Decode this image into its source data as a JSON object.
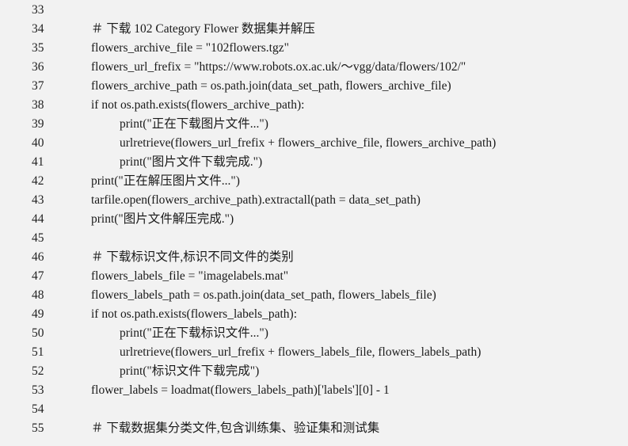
{
  "lines": [
    {
      "num": "33",
      "text": "",
      "indent": 0
    },
    {
      "num": "34",
      "text": "＃ 下载 102 Category Flower 数据集并解压",
      "indent": 0
    },
    {
      "num": "35",
      "text": "flowers_archive_file = \"102flowers.tgz\"",
      "indent": 0
    },
    {
      "num": "36",
      "text": "flowers_url_frefix = \"https://www.robots.ox.ac.uk/～vgg/data/flowers/102/\"",
      "indent": 0
    },
    {
      "num": "37",
      "text": "flowers_archive_path = os.path.join(data_set_path, flowers_archive_file)",
      "indent": 0
    },
    {
      "num": "38",
      "text": "if not os.path.exists(flowers_archive_path):",
      "indent": 0
    },
    {
      "num": "39",
      "text": "print(\"正在下载图片文件...\")",
      "indent": 1
    },
    {
      "num": "40",
      "text": "urlretrieve(flowers_url_frefix + flowers_archive_file, flowers_archive_path)",
      "indent": 1
    },
    {
      "num": "41",
      "text": "print(\"图片文件下载完成.\")",
      "indent": 1
    },
    {
      "num": "42",
      "text": "print(\"正在解压图片文件...\")",
      "indent": 0
    },
    {
      "num": "43",
      "text": "tarfile.open(flowers_archive_path).extractall(path = data_set_path)",
      "indent": 0
    },
    {
      "num": "44",
      "text": "print(\"图片文件解压完成.\")",
      "indent": 0
    },
    {
      "num": "45",
      "text": "",
      "indent": 0
    },
    {
      "num": "46",
      "text": "＃ 下载标识文件,标识不同文件的类别",
      "indent": 0
    },
    {
      "num": "47",
      "text": "flowers_labels_file = \"imagelabels.mat\"",
      "indent": 0
    },
    {
      "num": "48",
      "text": "flowers_labels_path = os.path.join(data_set_path, flowers_labels_file)",
      "indent": 0
    },
    {
      "num": "49",
      "text": "if not os.path.exists(flowers_labels_path):",
      "indent": 0
    },
    {
      "num": "50",
      "text": "print(\"正在下载标识文件...\")",
      "indent": 1
    },
    {
      "num": "51",
      "text": "urlretrieve(flowers_url_frefix + flowers_labels_file, flowers_labels_path)",
      "indent": 1
    },
    {
      "num": "52",
      "text": "print(\"标识文件下载完成\")",
      "indent": 1
    },
    {
      "num": "53",
      "text": "flower_labels = loadmat(flowers_labels_path)['labels'][0] - 1",
      "indent": 0
    },
    {
      "num": "54",
      "text": "",
      "indent": 0
    },
    {
      "num": "55",
      "text": "＃ 下载数据集分类文件,包含训练集、验证集和测试集",
      "indent": 0
    }
  ]
}
